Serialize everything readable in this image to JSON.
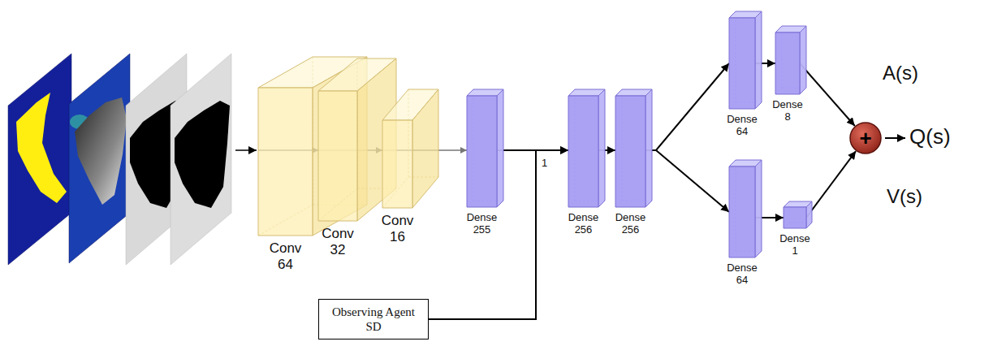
{
  "diagram": {
    "nodes": [
      {
        "text": [
          "Conv 64"
        ]
      },
      {
        "text": [
          "Conv 32"
        ]
      },
      {
        "text": [
          "Conv 16"
        ]
      },
      {
        "text": [
          "Dense 255"
        ]
      },
      {
        "text": [
          "Dense 256"
        ]
      },
      {
        "text": [
          "Dense 256"
        ]
      },
      {
        "text": [
          "Dense 64"
        ]
      },
      {
        "text": [
          "Dense 8"
        ]
      },
      {
        "text": [
          "Dense 64"
        ]
      },
      {
        "text": [
          "Dense 1"
        ]
      },
      {
        "text": [
          "Observing Agent SD"
        ]
      },
      {
        "text": [
          "+"
        ]
      }
    ],
    "edges": [
      {
        "from": 0,
        "to": 1,
        "arrow": "to"
      },
      {
        "from": 1,
        "to": 2,
        "arrow": "to"
      },
      {
        "from": 2,
        "to": 3,
        "arrow": "to"
      },
      {
        "from": 3,
        "to": 4,
        "arrow": "to"
      },
      {
        "from": 10,
        "to": 4,
        "label": "1",
        "arrow": "to"
      },
      {
        "from": 4,
        "to": 5,
        "arrow": "to"
      },
      {
        "from": 5,
        "to": 6,
        "arrow": "to"
      },
      {
        "from": 5,
        "to": 8,
        "arrow": "to"
      },
      {
        "from": 6,
        "to": 7,
        "arrow": "to"
      },
      {
        "from": 8,
        "to": 9,
        "arrow": "to"
      },
      {
        "from": 7,
        "to": 11,
        "label": "A(s)",
        "arrow": "to"
      },
      {
        "from": 9,
        "to": 11,
        "label": "V(s)",
        "arrow": "to"
      }
    ],
    "labels": [
      "Q(s)"
    ]
  }
}
